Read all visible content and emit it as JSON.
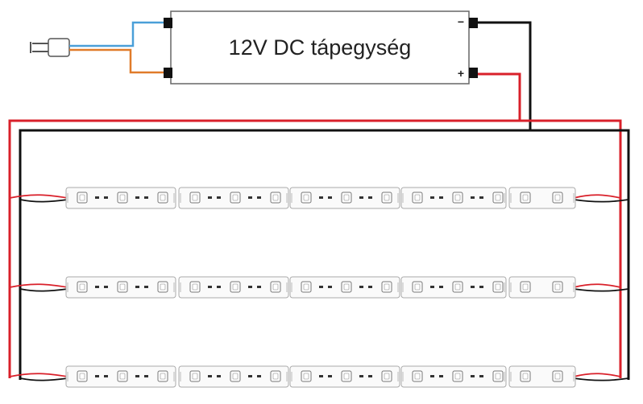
{
  "power_supply": {
    "label": "12V DC tápegység",
    "negative_symbol": "−",
    "positive_symbol": "+"
  },
  "plug": {
    "icon": "power-plug-icon"
  },
  "mains_wires": [
    {
      "name": "blue-wire",
      "color": "#4a9fd8"
    },
    {
      "name": "orange-wire",
      "color": "#e07b2a"
    }
  ],
  "dc_wires": {
    "positive_color": "#d9202a",
    "negative_color": "#111111"
  },
  "led_rows": 3,
  "segments_per_row": 5,
  "led_strip_icon": "led-strip-icon"
}
